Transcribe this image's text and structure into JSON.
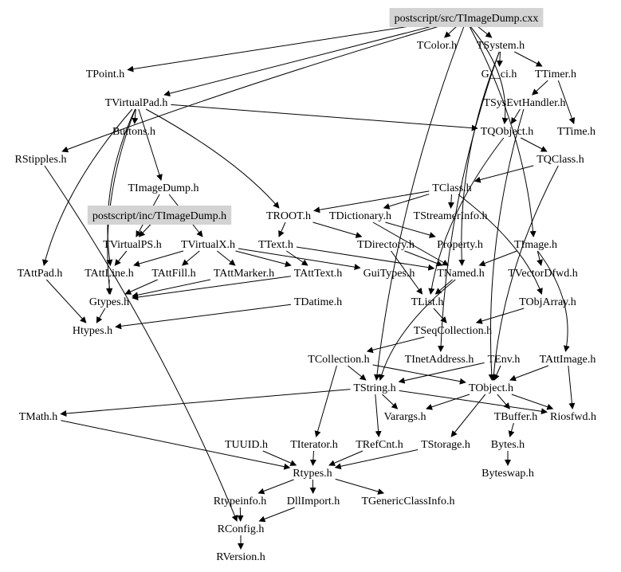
{
  "graph": {
    "title": "postscript/src/TImageDump.cxx include dependency graph",
    "highlight_color": "#d3d3d3",
    "nodes": [
      {
        "id": "src",
        "label": "postscript/src/TImageDump.cxx",
        "highlighted": true
      },
      {
        "id": "inc",
        "label": "postscript/inc/TImageDump.h",
        "highlighted": true
      },
      {
        "id": "TColor",
        "label": "TColor.h"
      },
      {
        "id": "TSystem",
        "label": "TSystem.h"
      },
      {
        "id": "Gci",
        "label": "G__ci.h"
      },
      {
        "id": "TTimer",
        "label": "TTimer.h"
      },
      {
        "id": "TSysEvtHandler",
        "label": "TSysEvtHandler.h"
      },
      {
        "id": "TQObject",
        "label": "TQObject.h"
      },
      {
        "id": "TTime",
        "label": "TTime.h"
      },
      {
        "id": "TQClass",
        "label": "TQClass.h"
      },
      {
        "id": "TPoint",
        "label": "TPoint.h"
      },
      {
        "id": "TVirtualPad",
        "label": "TVirtualPad.h"
      },
      {
        "id": "Buttons",
        "label": "Buttons.h"
      },
      {
        "id": "RStipples",
        "label": "RStipples.h"
      },
      {
        "id": "TImageDump",
        "label": "TImageDump.h"
      },
      {
        "id": "TClass",
        "label": "TClass.h"
      },
      {
        "id": "TROOT",
        "label": "TROOT.h"
      },
      {
        "id": "TDictionary",
        "label": "TDictionary.h"
      },
      {
        "id": "TStreamerInfo",
        "label": "TStreamerInfo.h"
      },
      {
        "id": "TVirtualPS",
        "label": "TVirtualPS.h"
      },
      {
        "id": "TVirtualX",
        "label": "TVirtualX.h"
      },
      {
        "id": "TText",
        "label": "TText.h"
      },
      {
        "id": "TDirectory",
        "label": "TDirectory.h"
      },
      {
        "id": "Property",
        "label": "Property.h"
      },
      {
        "id": "TImage",
        "label": "TImage.h"
      },
      {
        "id": "TAttPad",
        "label": "TAttPad.h"
      },
      {
        "id": "TAttLine",
        "label": "TAttLine.h"
      },
      {
        "id": "TAttFill",
        "label": "TAttFill.h"
      },
      {
        "id": "TAttMarker",
        "label": "TAttMarker.h"
      },
      {
        "id": "TAttText",
        "label": "TAttText.h"
      },
      {
        "id": "GuiTypes",
        "label": "GuiTypes.h"
      },
      {
        "id": "TNamed",
        "label": "TNamed.h"
      },
      {
        "id": "TVectorDfwd",
        "label": "TVectorDfwd.h"
      },
      {
        "id": "Gtypes",
        "label": "Gtypes.h"
      },
      {
        "id": "TDatime",
        "label": "TDatime.h"
      },
      {
        "id": "TList",
        "label": "TList.h"
      },
      {
        "id": "TObjArray",
        "label": "TObjArray.h"
      },
      {
        "id": "Htypes",
        "label": "Htypes.h"
      },
      {
        "id": "TSeqCollection",
        "label": "TSeqCollection.h"
      },
      {
        "id": "TCollection",
        "label": "TCollection.h"
      },
      {
        "id": "TInetAddress",
        "label": "TInetAddress.h"
      },
      {
        "id": "TEnv",
        "label": "TEnv.h"
      },
      {
        "id": "TAttImage",
        "label": "TAttImage.h"
      },
      {
        "id": "TString",
        "label": "TString.h"
      },
      {
        "id": "TObject",
        "label": "TObject.h"
      },
      {
        "id": "TMath",
        "label": "TMath.h"
      },
      {
        "id": "Varargs",
        "label": "Varargs.h"
      },
      {
        "id": "TBuffer",
        "label": "TBuffer.h"
      },
      {
        "id": "Riosfwd",
        "label": "Riosfwd.h"
      },
      {
        "id": "TUUID",
        "label": "TUUID.h"
      },
      {
        "id": "TIterator",
        "label": "TIterator.h"
      },
      {
        "id": "TRefCnt",
        "label": "TRefCnt.h"
      },
      {
        "id": "TStorage",
        "label": "TStorage.h"
      },
      {
        "id": "Bytes",
        "label": "Bytes.h"
      },
      {
        "id": "Rtypes",
        "label": "Rtypes.h"
      },
      {
        "id": "Byteswap",
        "label": "Byteswap.h"
      },
      {
        "id": "Rtypeinfo",
        "label": "Rtypeinfo.h"
      },
      {
        "id": "DllImport",
        "label": "DllImport.h"
      },
      {
        "id": "TGenericClassInfo",
        "label": "TGenericClassInfo.h"
      },
      {
        "id": "RConfig",
        "label": "RConfig.h"
      },
      {
        "id": "RVersion",
        "label": "RVersion.h"
      }
    ],
    "edges": [
      [
        "src",
        "TColor"
      ],
      [
        "src",
        "TSystem"
      ],
      [
        "src",
        "TPoint"
      ],
      [
        "src",
        "TVirtualPad"
      ],
      [
        "src",
        "RStipples"
      ],
      [
        "src",
        "TQObject"
      ],
      [
        "src",
        "TImage"
      ],
      [
        "src",
        "TString"
      ],
      [
        "TSystem",
        "Gci"
      ],
      [
        "TSystem",
        "TTimer"
      ],
      [
        "TSystem",
        "TInetAddress"
      ],
      [
        "TSystem",
        "TNamed"
      ],
      [
        "TTimer",
        "TSysEvtHandler"
      ],
      [
        "TTimer",
        "TTime"
      ],
      [
        "TSysEvtHandler",
        "TQObject"
      ],
      [
        "TSysEvtHandler",
        "TObject"
      ],
      [
        "TQObject",
        "TQClass"
      ],
      [
        "TQObject",
        "TList"
      ],
      [
        "TQClass",
        "TClass"
      ],
      [
        "TQClass",
        "TObject"
      ],
      [
        "TVirtualPad",
        "Buttons"
      ],
      [
        "TVirtualPad",
        "TImageDump"
      ],
      [
        "TVirtualPad",
        "TAttPad"
      ],
      [
        "TVirtualPad",
        "TQObject"
      ],
      [
        "TVirtualPad",
        "TROOT"
      ],
      [
        "TVirtualPad",
        "TAttLine"
      ],
      [
        "TVirtualPad",
        "Gtypes"
      ],
      [
        "TImageDump",
        "TVirtualPS"
      ],
      [
        "inc",
        "TVirtualPS"
      ],
      [
        "TImageDump",
        "TVirtualX"
      ],
      [
        "TClass",
        "TROOT"
      ],
      [
        "TClass",
        "TDictionary"
      ],
      [
        "TClass",
        "TStreamerInfo"
      ],
      [
        "TClass",
        "TObjArray"
      ],
      [
        "TROOT",
        "TText"
      ],
      [
        "TROOT",
        "TDirectory"
      ],
      [
        "TDictionary",
        "Property"
      ],
      [
        "TDictionary",
        "TNamed"
      ],
      [
        "TVirtualPS",
        "TAttLine"
      ],
      [
        "TVirtualX",
        "TAttLine"
      ],
      [
        "TVirtualX",
        "TAttFill"
      ],
      [
        "TVirtualX",
        "TAttMarker"
      ],
      [
        "TVirtualX",
        "TAttText"
      ],
      [
        "TVirtualX",
        "GuiTypes"
      ],
      [
        "TText",
        "TAttText"
      ],
      [
        "TText",
        "TNamed"
      ],
      [
        "TDirectory",
        "TNamed"
      ],
      [
        "TDirectory",
        "TList"
      ],
      [
        "TImage",
        "TVectorDfwd"
      ],
      [
        "TImage",
        "TNamed"
      ],
      [
        "TImage",
        "TAttImage"
      ],
      [
        "TAttPad",
        "Htypes"
      ],
      [
        "TAttLine",
        "Gtypes"
      ],
      [
        "TAttFill",
        "Gtypes"
      ],
      [
        "TAttMarker",
        "Gtypes"
      ],
      [
        "TAttText",
        "Gtypes"
      ],
      [
        "Gtypes",
        "Htypes"
      ],
      [
        "TDatime",
        "Htypes"
      ],
      [
        "TNamed",
        "TString"
      ],
      [
        "TNamed",
        "TList"
      ],
      [
        "TList",
        "TSeqCollection"
      ],
      [
        "TObjArray",
        "TSeqCollection"
      ],
      [
        "TSeqCollection",
        "TCollection"
      ],
      [
        "TCollection",
        "TString"
      ],
      [
        "TCollection",
        "TIterator"
      ],
      [
        "TCollection",
        "TObject"
      ],
      [
        "TEnv",
        "TString"
      ],
      [
        "TEnv",
        "TObject"
      ],
      [
        "TAttImage",
        "TObject"
      ],
      [
        "TAttImage",
        "Riosfwd"
      ],
      [
        "TString",
        "Varargs"
      ],
      [
        "TString",
        "TRefCnt"
      ],
      [
        "TString",
        "TMath"
      ],
      [
        "TString",
        "Riosfwd"
      ],
      [
        "TObject",
        "Varargs"
      ],
      [
        "TObject",
        "TStorage"
      ],
      [
        "TObject",
        "TBuffer"
      ],
      [
        "TObject",
        "Riosfwd"
      ],
      [
        "TBuffer",
        "Bytes"
      ],
      [
        "Bytes",
        "Byteswap"
      ],
      [
        "TIterator",
        "Rtypes"
      ],
      [
        "TRefCnt",
        "Rtypes"
      ],
      [
        "TStorage",
        "Rtypes"
      ],
      [
        "TUUID",
        "Rtypes"
      ],
      [
        "TMath",
        "Rtypes"
      ],
      [
        "Rtypes",
        "Rtypeinfo"
      ],
      [
        "Rtypes",
        "DllImport"
      ],
      [
        "Rtypes",
        "TGenericClassInfo"
      ],
      [
        "Rtypeinfo",
        "RConfig"
      ],
      [
        "DllImport",
        "RConfig"
      ],
      [
        "RConfig",
        "RVersion"
      ],
      [
        "RStipples",
        "RConfig"
      ]
    ]
  }
}
